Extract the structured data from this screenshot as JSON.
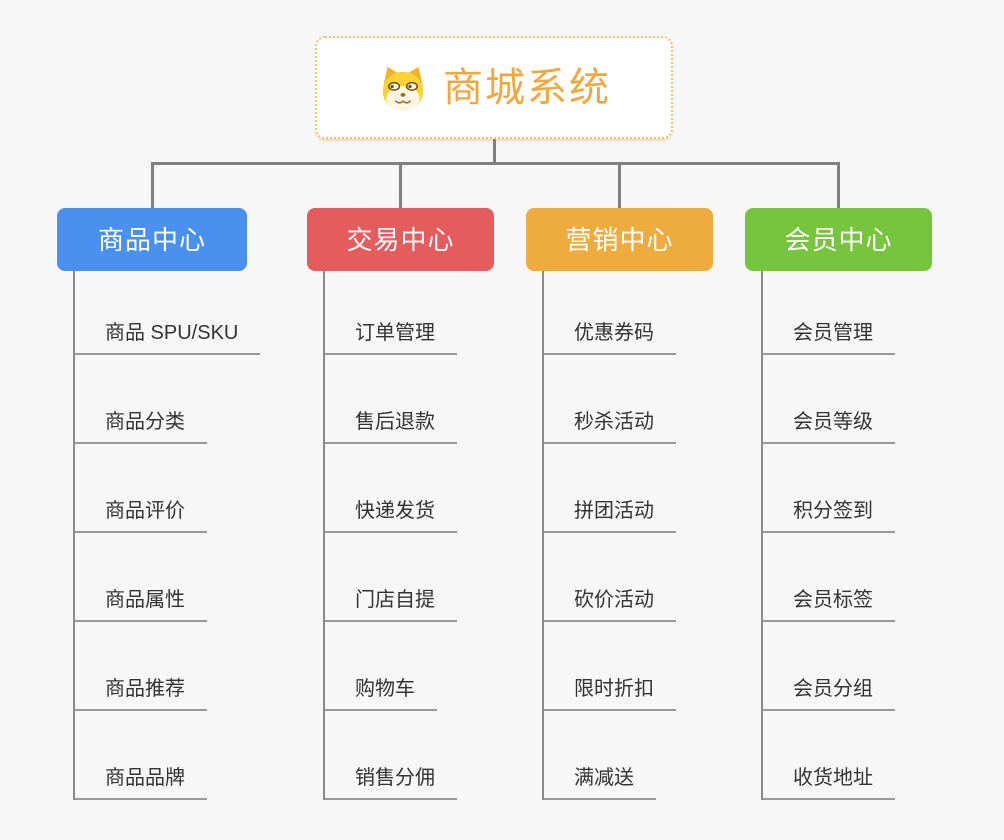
{
  "root": {
    "title": "商城系统",
    "icon": "dog-face-icon"
  },
  "branches": [
    {
      "label": "商品中心",
      "color": "#4a90ee",
      "items": [
        "商品 SPU/SKU",
        "商品分类",
        "商品评价",
        "商品属性",
        "商品推荐",
        "商品品牌"
      ]
    },
    {
      "label": "交易中心",
      "color": "#e45c5c",
      "items": [
        "订单管理",
        "售后退款",
        "快递发货",
        "门店自提",
        "购物车",
        "销售分佣"
      ]
    },
    {
      "label": "营销中心",
      "color": "#efac3e",
      "items": [
        "优惠券码",
        "秒杀活动",
        "拼团活动",
        "砍价活动",
        "限时折扣",
        "满减送"
      ]
    },
    {
      "label": "会员中心",
      "color": "#76c53c",
      "items": [
        "会员管理",
        "会员等级",
        "积分签到",
        "会员标签",
        "会员分组",
        "收货地址"
      ]
    }
  ],
  "colors": {
    "background": "#f7f7f7",
    "connector": "#808080",
    "leaf_underline": "#999999",
    "leaf_text": "#333333",
    "root_border": "#f2c06c",
    "root_text": "#f0a83e",
    "branch_text": "#ffffff"
  }
}
